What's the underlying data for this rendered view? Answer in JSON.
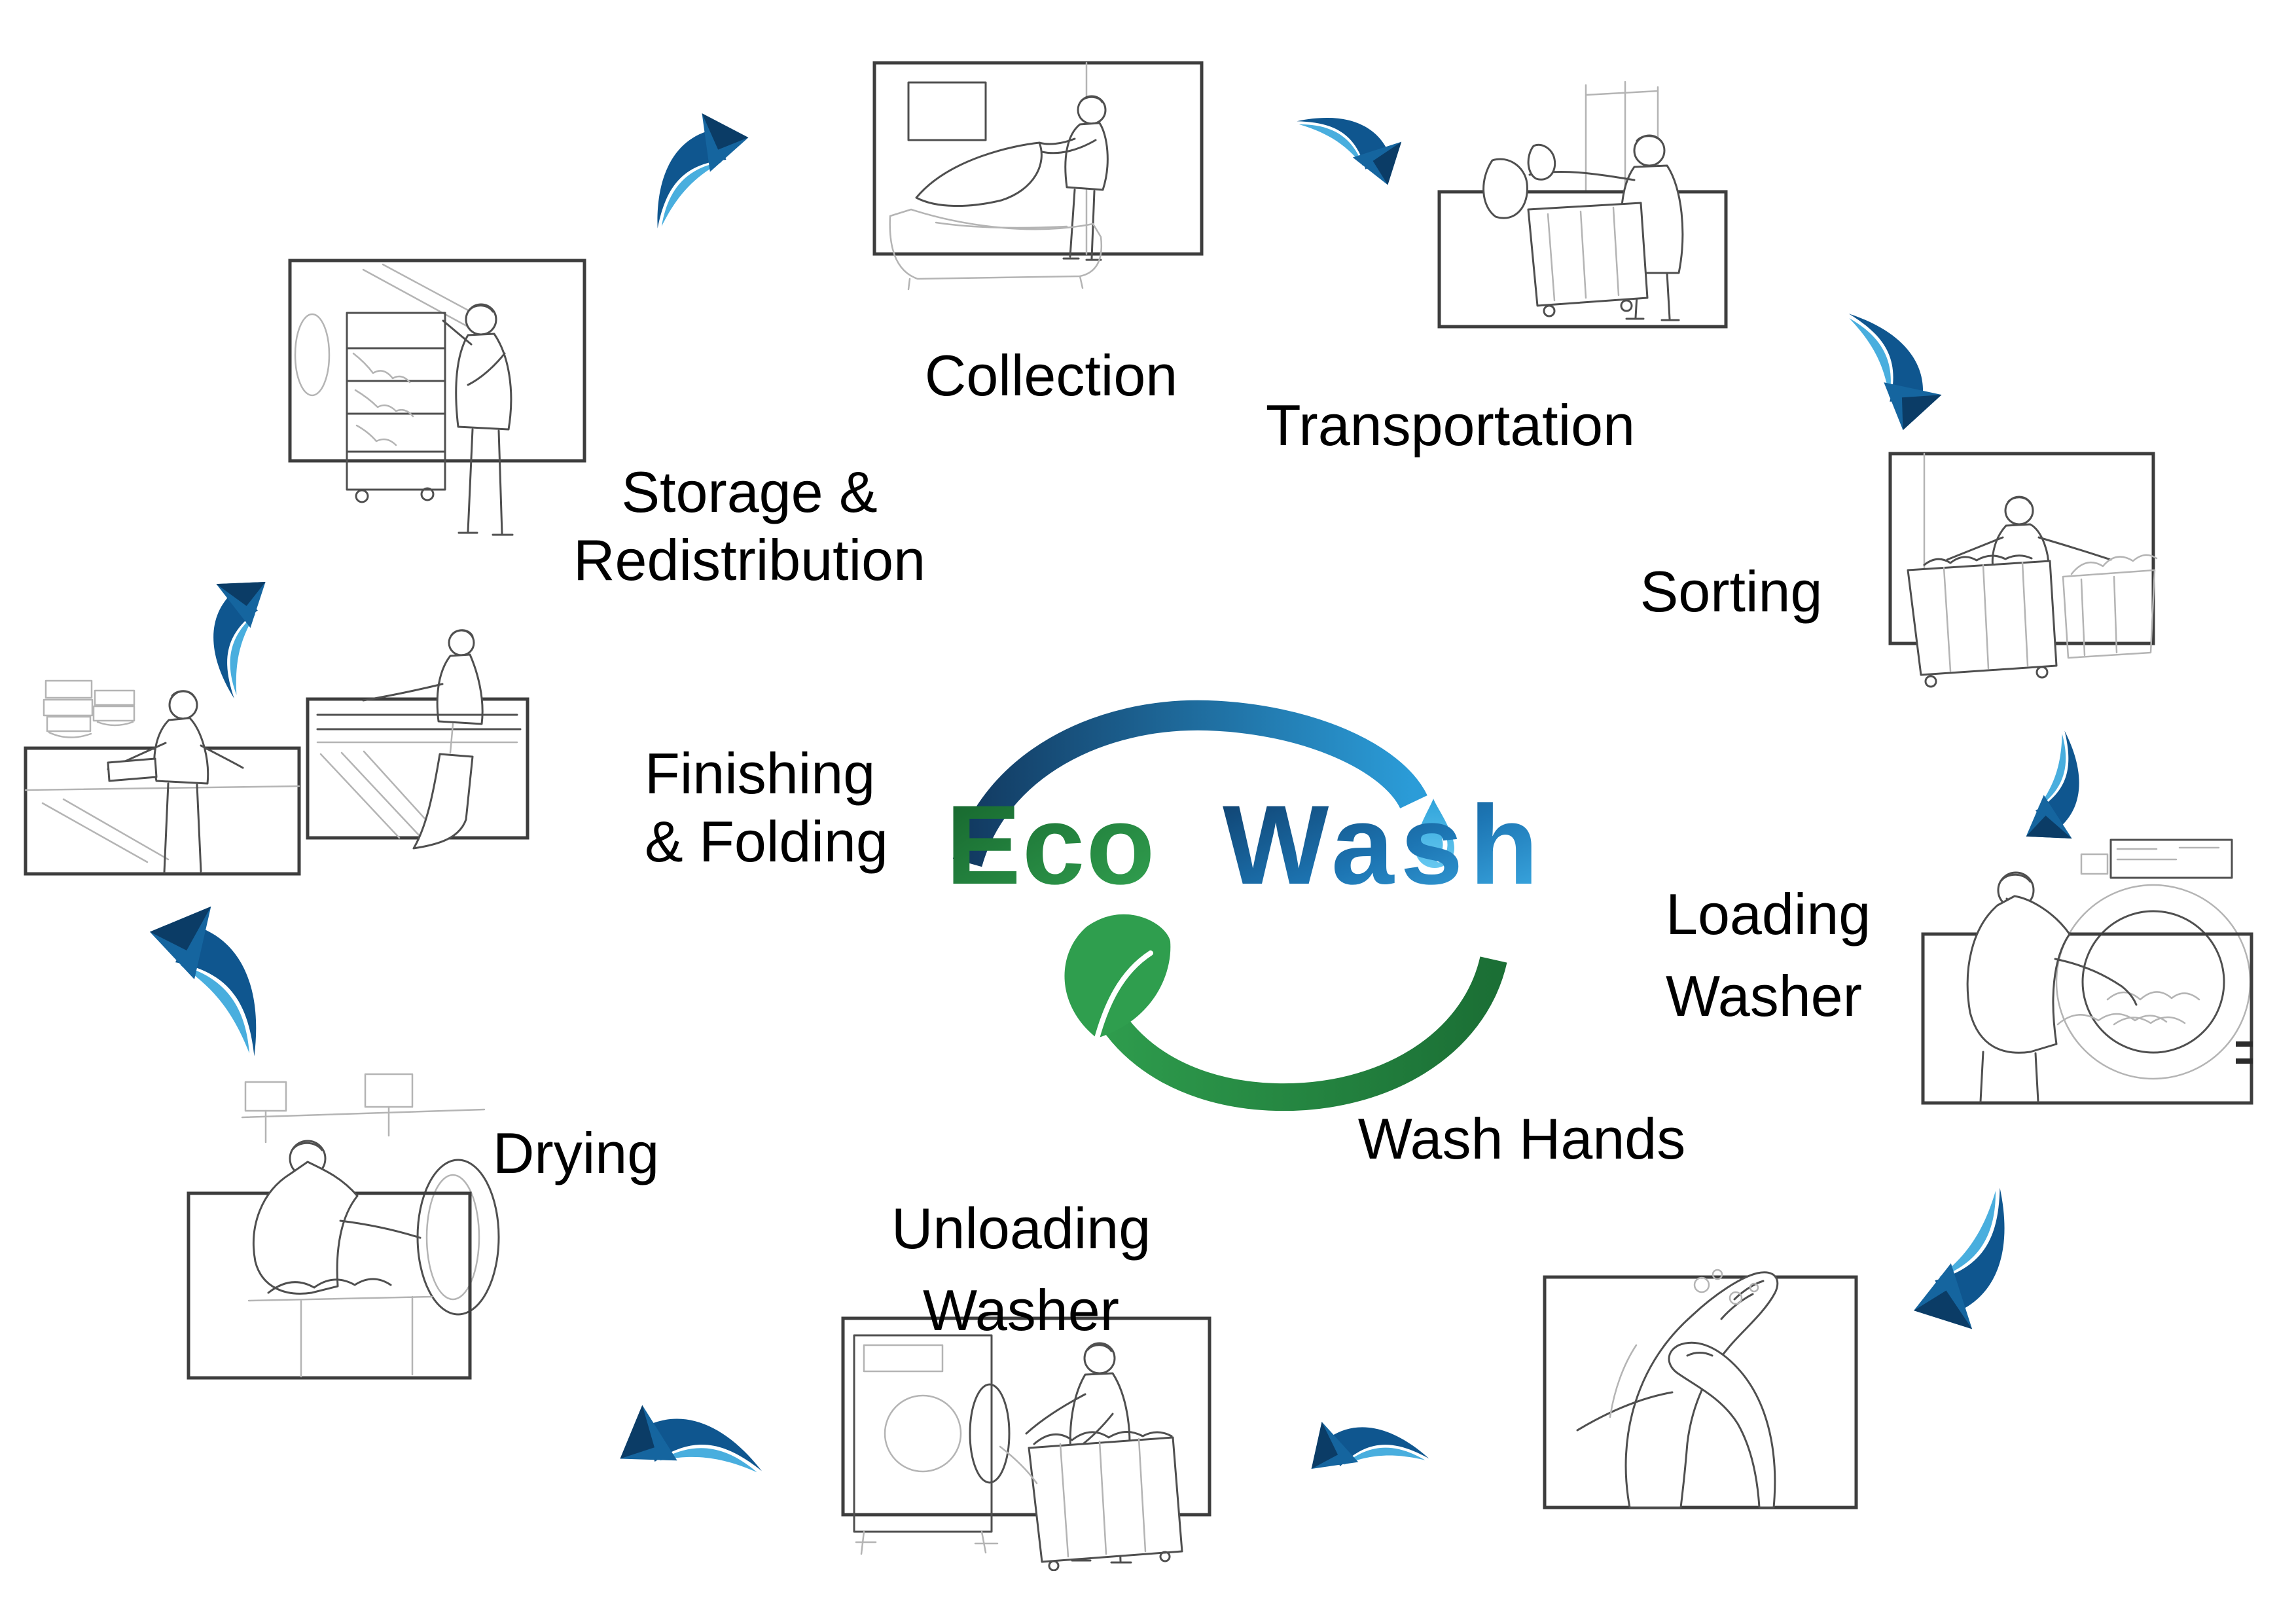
{
  "diagram_title": "Eco Wash laundry cycle",
  "logo": {
    "brand_part1": "Eco",
    "brand_part2": "Wash",
    "part1_color_dark": "#15632c",
    "part1_color_light": "#33a452",
    "part2_color_dark": "#0e3c68",
    "part2_color_light": "#3fb0e8",
    "top_arc_colors": [
      "#123a61",
      "#2b9cd8"
    ],
    "bottom_arc_colors": [
      "#1b6f35",
      "#2f9e4e"
    ],
    "droplet_icon": "water-drop-icon",
    "leaf_icon": "leaf-icon"
  },
  "stations": [
    {
      "id": "collection",
      "label_lines": [
        "Collection"
      ],
      "scene": "stripping-bed-linen-drawing"
    },
    {
      "id": "transportation",
      "label_lines": [
        "Transportation"
      ],
      "scene": "loading-laundry-bags-cart-drawing"
    },
    {
      "id": "sorting",
      "label_lines": [
        "Sorting"
      ],
      "scene": "sorting-linen-carts-drawing"
    },
    {
      "id": "loading-washer",
      "label_lines": [
        "Loading",
        "Washer"
      ],
      "scene": "loading-industrial-washer-drawing"
    },
    {
      "id": "wash-hands",
      "label_lines": [
        "Wash Hands"
      ],
      "scene": "hand-washing-drawing"
    },
    {
      "id": "unloading-washer",
      "label_lines": [
        "Unloading",
        "Washer"
      ],
      "scene": "unloading-washer-to-cart-drawing"
    },
    {
      "id": "drying",
      "label_lines": [
        "Drying"
      ],
      "scene": "loading-dryer-drawing"
    },
    {
      "id": "finishing-folding",
      "label_lines": [
        "Finishing",
        "& Folding"
      ],
      "scene": "folding-table-and-ironer-drawings"
    },
    {
      "id": "storage-redistribution",
      "label_lines": [
        "Storage &",
        "Redistribution"
      ],
      "scene": "shelf-cart-storage-drawing"
    }
  ],
  "arrows": {
    "icon": "cycle-arrow-icon",
    "count": 9,
    "color_dark": "#0b3c66",
    "color_mid": "#1c7fc0",
    "color_light": "#49aede"
  },
  "sketch_color": "#4f4f4f"
}
